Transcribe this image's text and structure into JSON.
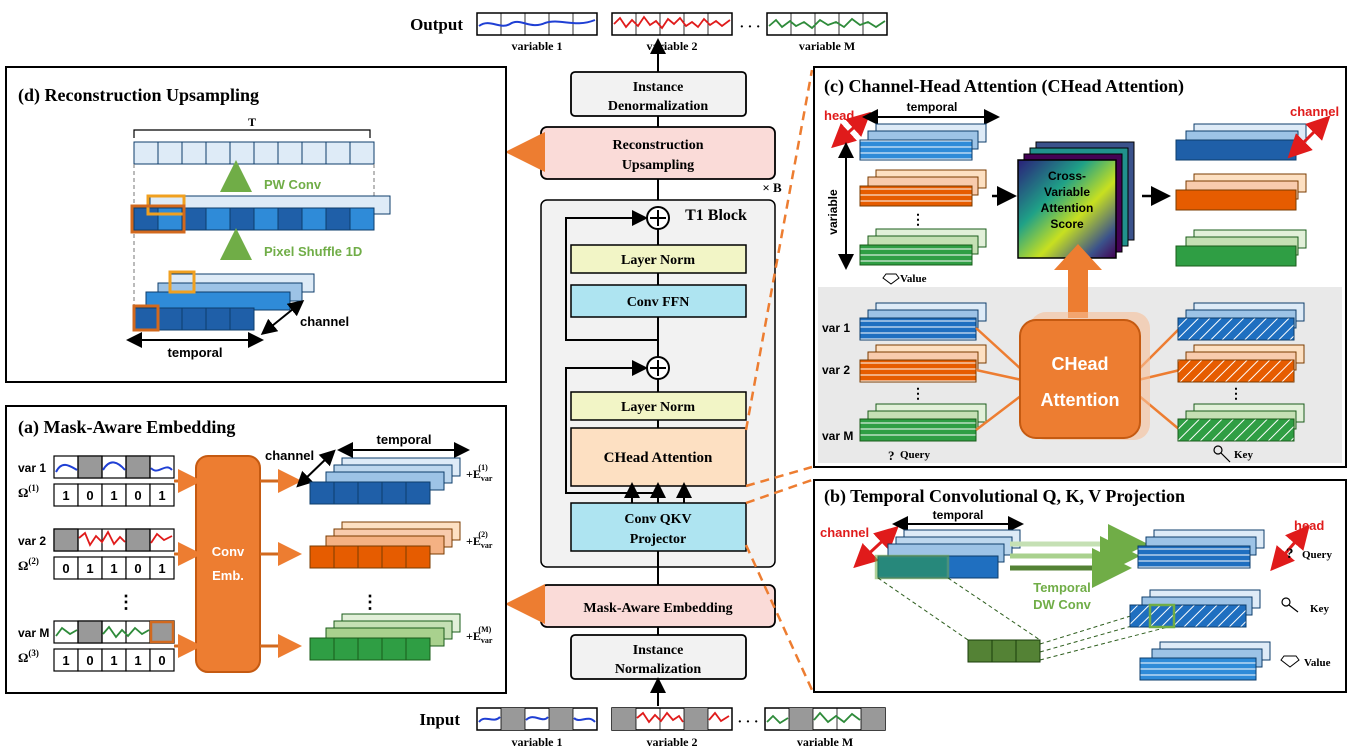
{
  "top": {
    "output_label": "Output",
    "input_label": "Input",
    "variables": [
      "variable 1",
      "variable 2",
      "variable M"
    ],
    "ellipsis": "· · ·"
  },
  "center": {
    "instance_denorm": [
      "Instance",
      "Denormalization"
    ],
    "reconstruction": [
      "Reconstruction",
      "Upsampling"
    ],
    "repeat": "× B",
    "t1_block": "T1 Block",
    "layer_norm": "Layer Norm",
    "conv_ffn": "Conv FFN",
    "chead_attention": "CHead Attention",
    "conv_qkv": [
      "Conv QKV",
      "Projector"
    ],
    "mask_embedding": "Mask-Aware Embedding",
    "instance_norm": [
      "Instance",
      "Normalization"
    ],
    "plus": "+"
  },
  "panel_d": {
    "title": "(d) Reconstruction Upsampling",
    "t_label": "T",
    "pw_conv": "PW Conv",
    "pixel_shuffle": "Pixel Shuffle 1D",
    "channel": "channel",
    "temporal": "temporal"
  },
  "panel_a": {
    "title": "(a) Mask-Aware Embedding",
    "channel": "channel",
    "temporal": "temporal",
    "conv_emb": [
      "Conv",
      "Emb."
    ],
    "vars": [
      {
        "name": "var 1",
        "omega": "Ω",
        "omega_sup": "(1)",
        "mask": [
          "1",
          "0",
          "1",
          "0",
          "1"
        ],
        "emb": "+E",
        "emb_sub": "var",
        "emb_sup": "(1)"
      },
      {
        "name": "var 2",
        "omega": "Ω",
        "omega_sup": "(2)",
        "mask": [
          "0",
          "1",
          "1",
          "0",
          "1"
        ],
        "emb": "+E",
        "emb_sub": "var",
        "emb_sup": "(2)"
      },
      {
        "name": "var M",
        "omega": "Ω",
        "omega_sup": "(3)",
        "mask": [
          "1",
          "0",
          "1",
          "1",
          "0"
        ],
        "emb": "+E",
        "emb_sub": "var",
        "emb_sup": "(M)"
      }
    ],
    "vdots": "⋮"
  },
  "panel_c": {
    "title": "(c) Channel-Head Attention (CHead Attention)",
    "head": "head",
    "temporal": "temporal",
    "channel": "channel",
    "variable": "variable",
    "score": [
      "Cross-",
      "Variable",
      "Attention",
      "Score"
    ],
    "value": "Value",
    "query": "Query",
    "key": "Key",
    "chead": [
      "CHead",
      "Attention"
    ],
    "vars": [
      "var 1",
      "var 2",
      "var M"
    ]
  },
  "panel_b": {
    "title": "(b) Temporal Convolutional Q, K, V Projection",
    "channel": "channel",
    "temporal": "temporal",
    "head": "head",
    "dwconv": [
      "Temporal",
      "DW Conv"
    ],
    "query": "Query",
    "key": "Key",
    "value": "Value"
  },
  "colors": {
    "orange": "#ed7d31",
    "blue": "#2e75b6",
    "lightblue": "#9dc3e6",
    "red": "#e01b1b",
    "green": "#70ad47",
    "darkgreen": "#2e7d32",
    "pink": "#fadbd8",
    "yellow": "#f2f5c6",
    "cyan": "#aee4f1",
    "peach": "#fde0c2",
    "grey": "#f2f2f2"
  }
}
